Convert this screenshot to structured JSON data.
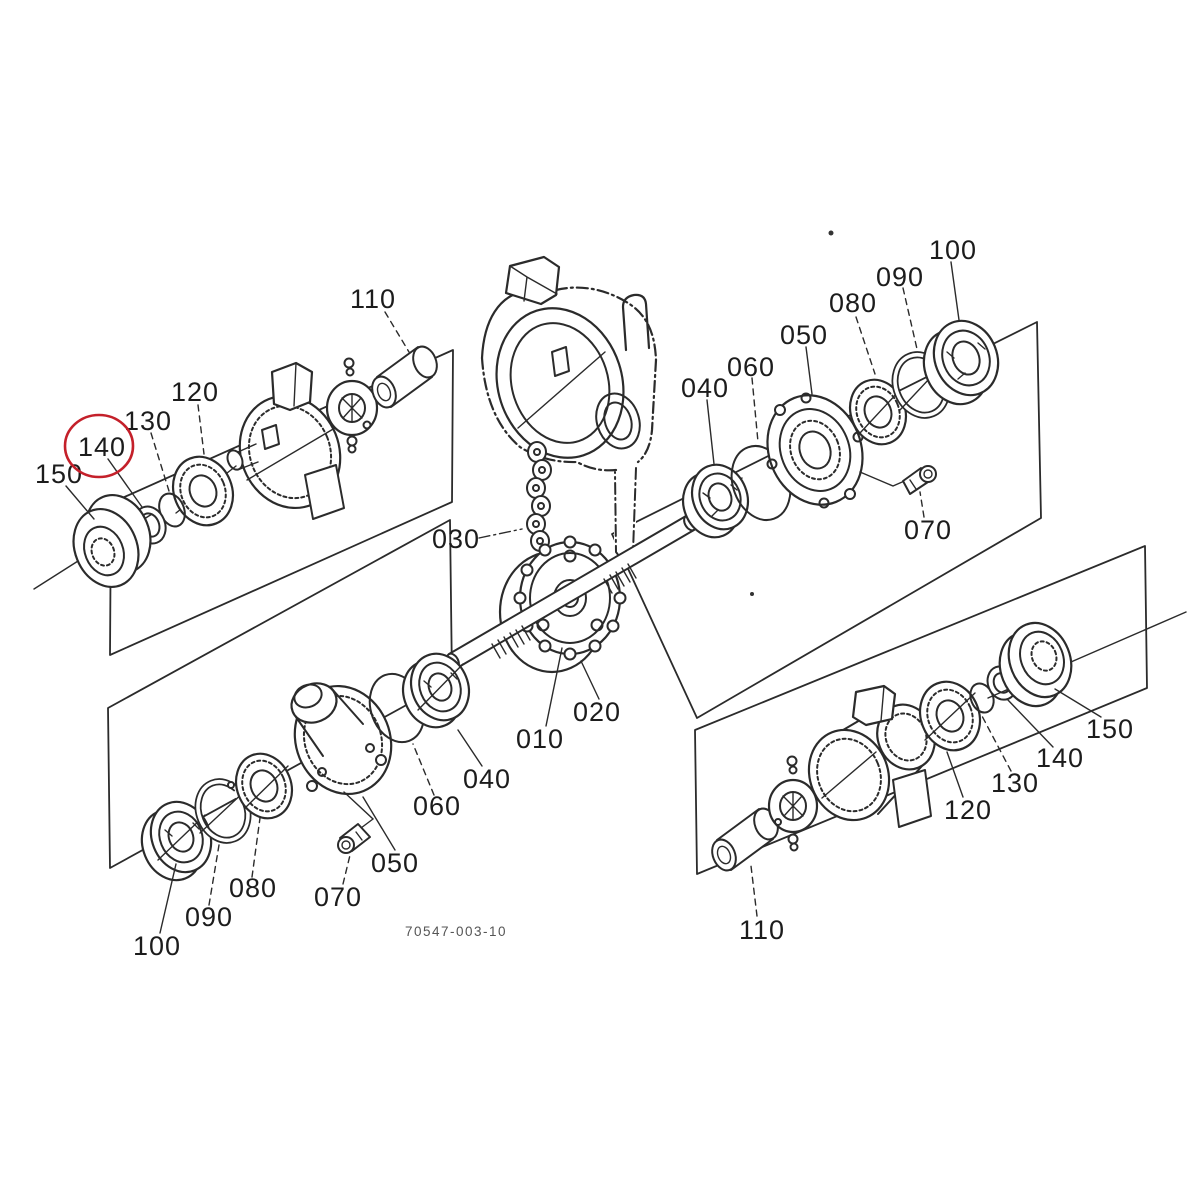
{
  "diagram": {
    "drawing_number": "70547-003-10",
    "highlight": {
      "part_label": "140",
      "color": "#c4202a"
    },
    "labels": {
      "ul110": "110",
      "ul120": "120",
      "ul130": "130",
      "ul140": "140",
      "ul150": "150",
      "c030": "030",
      "c010": "010",
      "c020": "020",
      "ur040": "040",
      "ur050": "050",
      "ur060": "060",
      "ur070": "070",
      "ur080": "080",
      "ur090": "090",
      "ur100": "100",
      "ll040": "040",
      "ll050": "050",
      "ll060": "060",
      "ll070": "070",
      "ll080": "080",
      "ll090": "090",
      "ll100": "100",
      "lr110": "110",
      "lr120": "120",
      "lr130": "130",
      "lr140": "140",
      "lr150": "150"
    }
  }
}
